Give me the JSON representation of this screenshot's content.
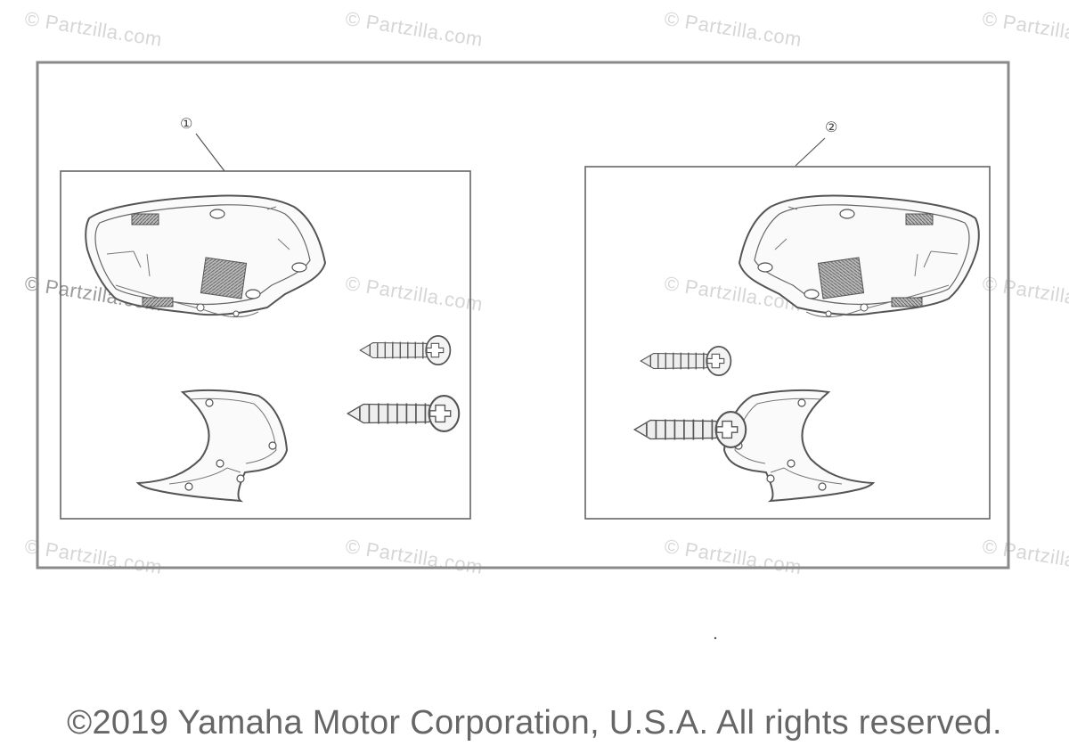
{
  "watermark": "© Partzilla.com",
  "callouts": {
    "part1": "①",
    "part2": "②"
  },
  "copyright": "©2019 Yamaha Motor Corporation, U.S.A. All rights reserved.",
  "colors": {
    "line": "#555555",
    "shade": "#999999",
    "watermark": "#d6d6d6",
    "text": "#666666"
  },
  "parts": [
    {
      "ref": "①",
      "contents": [
        "housing",
        "cover",
        "screw-small",
        "screw-large"
      ]
    },
    {
      "ref": "②",
      "contents": [
        "housing",
        "cover",
        "screw-small",
        "screw-large"
      ]
    }
  ]
}
